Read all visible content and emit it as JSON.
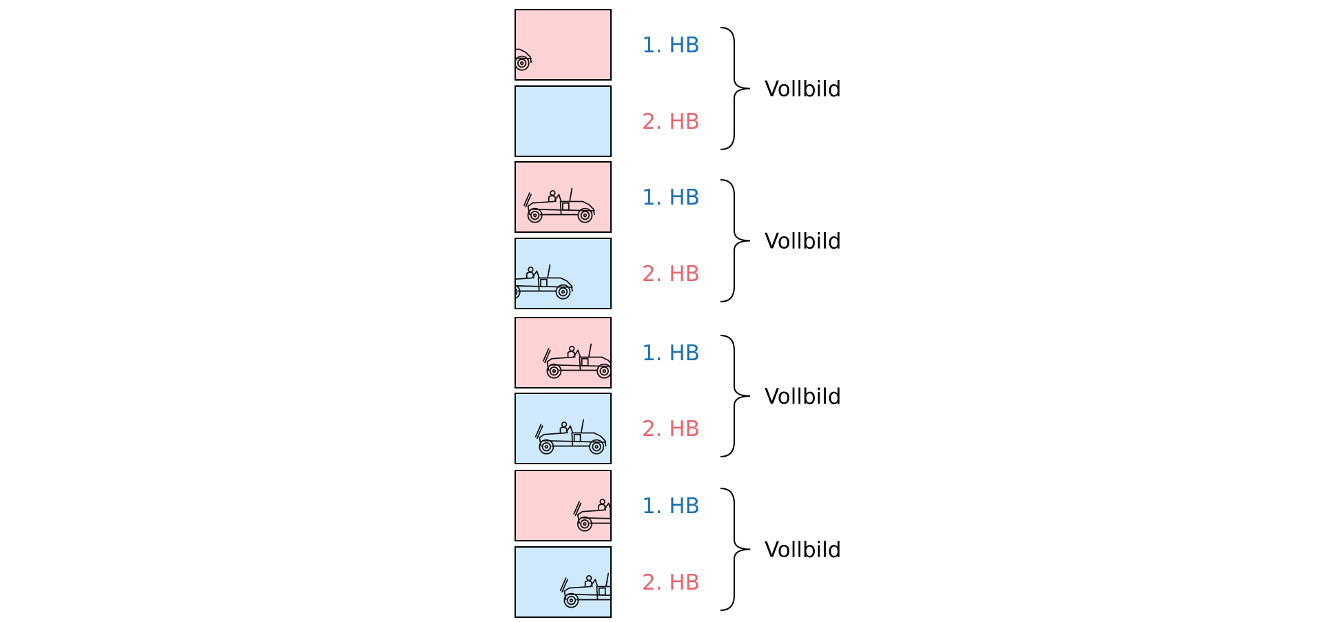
{
  "colors": {
    "first_field_fill": "#ffd3d6",
    "second_field_fill": "#cfe9fc",
    "first_field_text": "#1a6fb0",
    "second_field_text": "#e8656d",
    "outline": "#000000"
  },
  "icons": {
    "field_image": "vintage-car-icon"
  },
  "frames": [
    {
      "label": "Vollbild",
      "fields": [
        {
          "label": "1. HB",
          "kind": "first",
          "car_offset": -0.68
        },
        {
          "label": "2. HB",
          "kind": "second",
          "car_offset": -0.88
        }
      ]
    },
    {
      "label": "Vollbild",
      "fields": [
        {
          "label": "1. HB",
          "kind": "first",
          "car_offset": -0.02
        },
        {
          "label": "2. HB",
          "kind": "second",
          "car_offset": -0.25
        }
      ]
    },
    {
      "label": "Vollbild",
      "fields": [
        {
          "label": "1. HB",
          "kind": "first",
          "car_offset": 0.18
        },
        {
          "label": "2. HB",
          "kind": "second",
          "car_offset": 0.1
        }
      ]
    },
    {
      "label": "Vollbild",
      "fields": [
        {
          "label": "1. HB",
          "kind": "first",
          "car_offset": 0.5
        },
        {
          "label": "2. HB",
          "kind": "second",
          "car_offset": 0.36
        }
      ]
    }
  ]
}
